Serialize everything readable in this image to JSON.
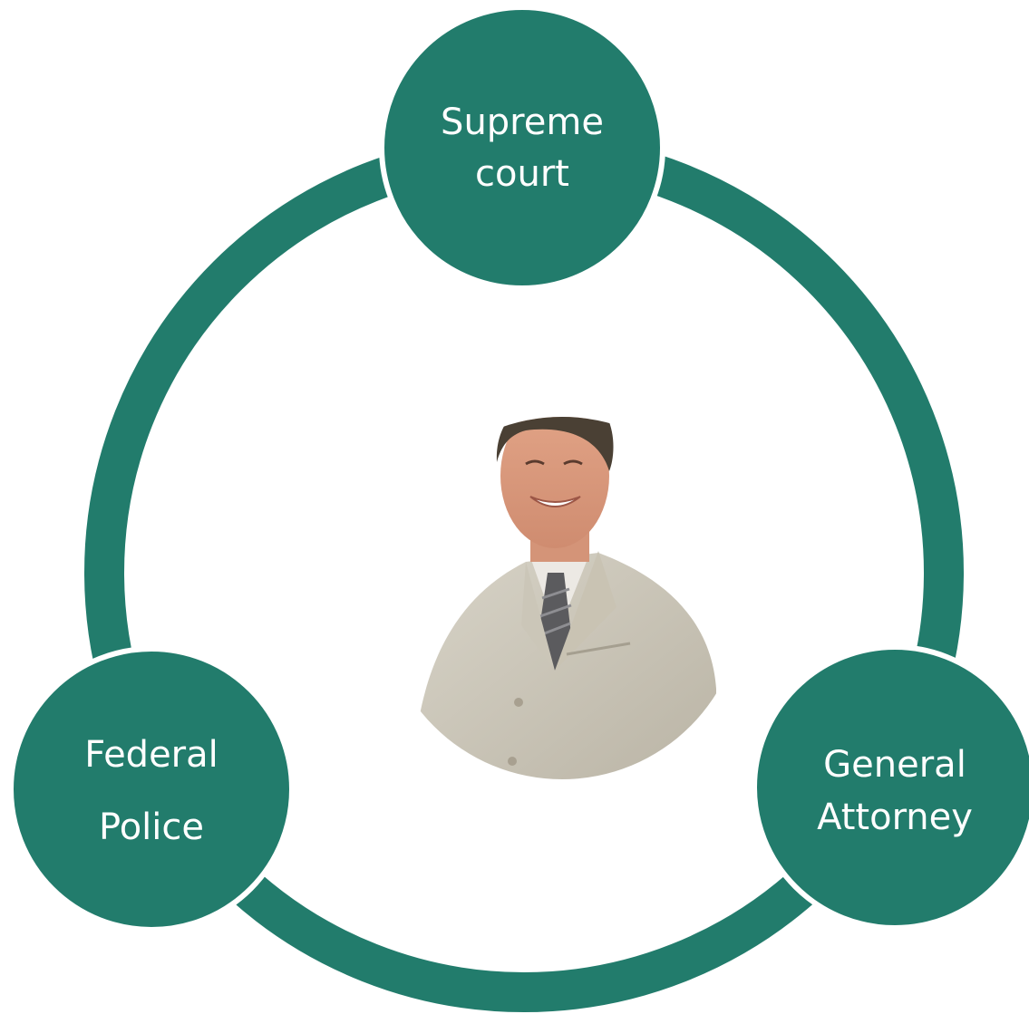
{
  "diagram": {
    "colors": {
      "ring": "#227c6c",
      "node_fill": "#227c6c",
      "node_border": "#ffffff",
      "label_text": "#ffffff",
      "background": "#ffffff"
    },
    "center_image": "portrait of smiling man in light grey suit and striped tie",
    "nodes": [
      {
        "id": "supreme-court",
        "lines": [
          "Supreme",
          "court"
        ]
      },
      {
        "id": "general-attorney",
        "lines": [
          "General",
          "Attorney"
        ]
      },
      {
        "id": "federal-police",
        "lines": [
          "Federal",
          "Police"
        ]
      }
    ]
  }
}
